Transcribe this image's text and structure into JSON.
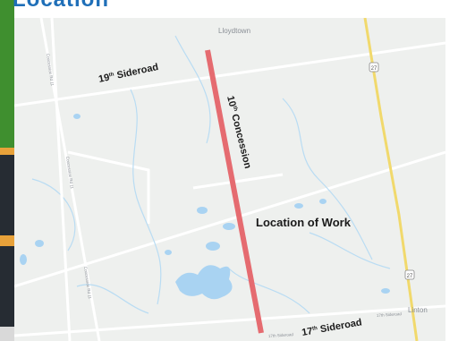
{
  "heading": "Location",
  "colors": {
    "heading": "#1f6fb8",
    "map_land": "#eef0ee",
    "water": "#a9d3f2",
    "highway": "#f1d96c",
    "work_road": "#e56b70",
    "side_green": "#3f8f2f",
    "side_orange": "#e8a23a",
    "side_dark": "#262c33"
  },
  "map": {
    "town_labels": [
      {
        "name": "town-label-lloydtown",
        "text": "Lloydtown"
      },
      {
        "name": "town-label-linton",
        "text": "Linton"
      }
    ],
    "road_labels": [
      {
        "name": "road-label-19th-sideroad",
        "main": "19",
        "sup": "th",
        "rest": " Sideroad"
      },
      {
        "name": "road-label-10th-concession",
        "main": "10",
        "sup": "th",
        "rest": " Concession"
      },
      {
        "name": "road-label-17th-sideroad",
        "main": "17",
        "sup": "th",
        "rest": " Sideroad"
      }
    ],
    "work_label": "Location of Work",
    "minor_labels": [
      {
        "name": "concession-rd-11-label",
        "text": "Concession Rd 11"
      },
      {
        "name": "concession-rd-11-label-2",
        "text": "Concession Rd 11"
      },
      {
        "name": "concession-rd-11-label-3",
        "text": "Concession Rd 11"
      },
      {
        "name": "17th-sideroad-small-label",
        "text": "17th Sideroad"
      },
      {
        "name": "17th-sideroad-small-label-2",
        "text": "17th Sideroad"
      }
    ],
    "shields": [
      {
        "name": "highway-27-shield-north",
        "text": "27"
      },
      {
        "name": "highway-27-shield-south",
        "text": "27"
      }
    ]
  }
}
